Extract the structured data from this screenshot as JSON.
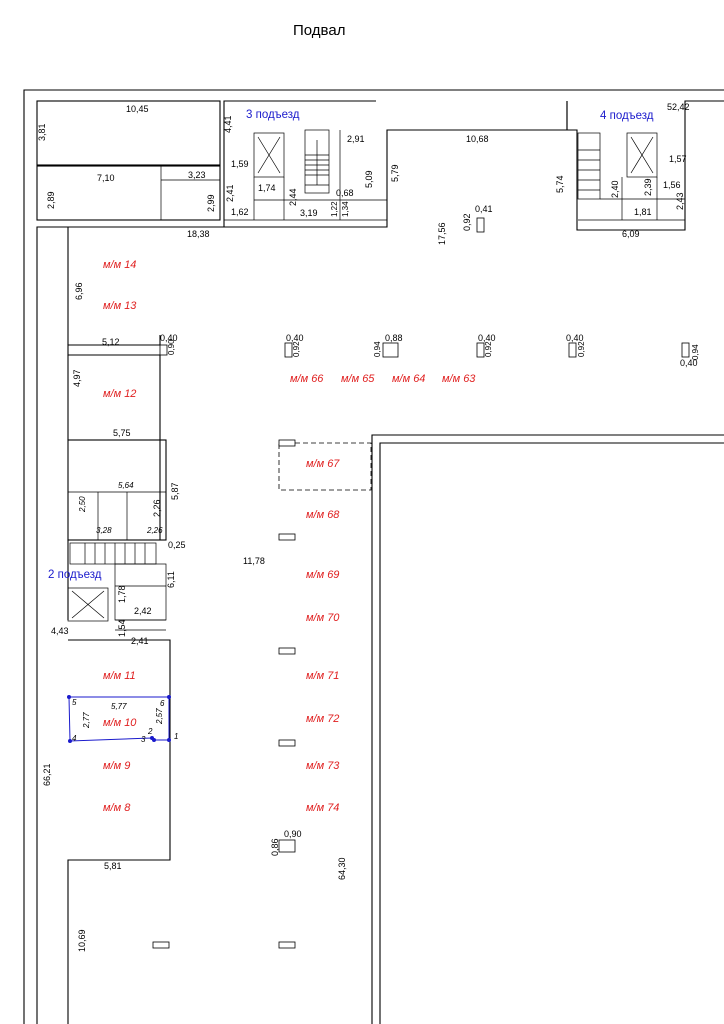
{
  "title": "Подвал",
  "entrances": [
    "3 подъезд",
    "4 подъезд",
    "2 подъезд"
  ],
  "parking_spaces": [
    "м/м 14",
    "м/м 13",
    "м/м 12",
    "м/м 66",
    "м/м 65",
    "м/м 64",
    "м/м 63",
    "м/м 67",
    "м/м 68",
    "м/м 69",
    "м/м 70",
    "м/м 71",
    "м/м 72",
    "м/м 73",
    "м/м 74",
    "м/м 11",
    "м/м 10",
    "м/м 9",
    "м/м 8"
  ],
  "dimensions": [
    "10,45",
    "3,81",
    "7,10",
    "3,23",
    "2,89",
    "2,99",
    "4,41",
    "1,59",
    "2,41",
    "1,74",
    "2,44",
    "1,62",
    "18,38",
    "2,91",
    "5,09",
    "0,68",
    "1,22",
    "1,34",
    "3,19",
    "5,79",
    "10,68",
    "52,42",
    "1,57",
    "5,74",
    "2,40",
    "2,39",
    "1,56",
    "2,43",
    "1,81",
    "6,09",
    "17,56",
    "0,92",
    "0,41",
    "6,96",
    "5,12",
    "0,40",
    "0,90",
    "0,40",
    "0,92",
    "0,94",
    "0,88",
    "0,40",
    "0,92",
    "0,40",
    "0,92",
    "0,94",
    "0,40",
    "4,97",
    "5,75",
    "5,64",
    "5,87",
    "2,50",
    "2,26",
    "3,28",
    "2,26",
    "0,25",
    "11,78",
    "6,11",
    "1,78",
    "2,42",
    "1,54",
    "2,41",
    "4,43",
    "5,77",
    "2,77",
    "2,57",
    "66,21",
    "0,86",
    "0,90",
    "64,30",
    "5,81",
    "10,69"
  ],
  "polygon_points": [
    "1",
    "2",
    "3",
    "4",
    "5",
    "6"
  ],
  "colors": {
    "entrance": "#1a1acc",
    "parking": "#e02020",
    "polygon": "#1a1acc",
    "lines": "#000000"
  }
}
